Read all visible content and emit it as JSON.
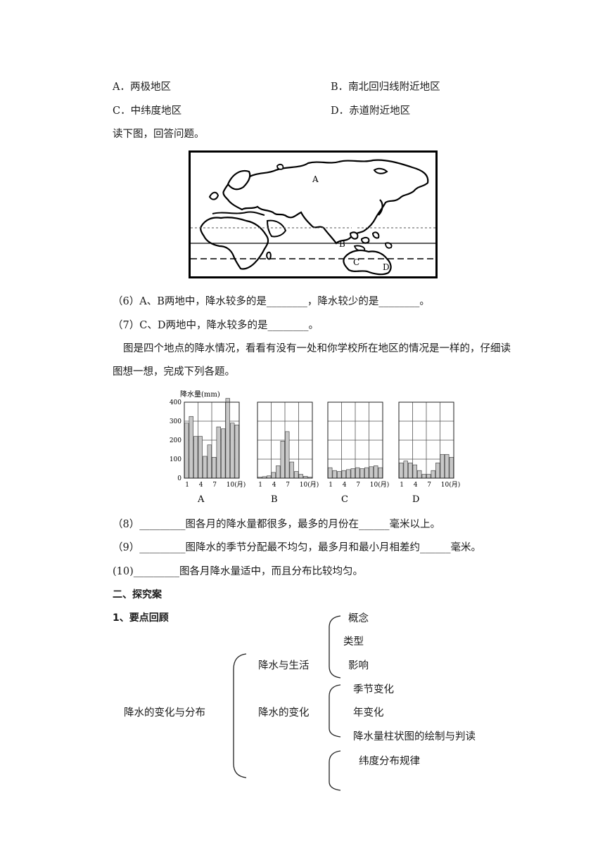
{
  "options": {
    "a": "A．两极地区",
    "b": "B．南北回归线附近地区",
    "c": "C．中纬度地区",
    "d": "D．赤道附近地区"
  },
  "read_map": "读下图，回答问题。",
  "map_labels": {
    "a": "A",
    "b": "B",
    "c": "C",
    "d": "D"
  },
  "q6": "（6）A、B两地中，降水较多的是________，降水较少的是________。",
  "q7": "（7）C、D两地中，降水较多的是________。",
  "intro": {
    "line1": "图是四个地点的降水情况，看看有没有一处和你学校所在地区的情况是一样的，仔细读",
    "line2": "图想一想，完成下列各题。"
  },
  "chart_data": {
    "type": "bar",
    "y_title": "降水量(mm)",
    "y_ticks": [
      "400",
      "300",
      "200",
      "100",
      "0"
    ],
    "x_ticks": [
      "1",
      "4",
      "7",
      "10(月)"
    ],
    "ylim": [
      0,
      400
    ],
    "panels": [
      {
        "name": "A",
        "values": [
          290,
          325,
          220,
          220,
          115,
          175,
          110,
          270,
          260,
          420,
          290,
          280
        ]
      },
      {
        "name": "B",
        "values": [
          5,
          8,
          12,
          30,
          65,
          195,
          245,
          85,
          35,
          20,
          10,
          5
        ]
      },
      {
        "name": "C",
        "values": [
          55,
          40,
          35,
          40,
          45,
          50,
          55,
          50,
          55,
          60,
          65,
          55
        ]
      },
      {
        "name": "D",
        "values": [
          80,
          90,
          80,
          70,
          40,
          20,
          20,
          40,
          80,
          125,
          125,
          110
        ]
      }
    ]
  },
  "q8": "（8）_________图各月的降水量都很多，最多的月份在______毫米以上。",
  "q9": "（9）_________图降水的季节分配最不均匀，最多月和最小月相差约______毫米。",
  "q10": "(10)_________图各月降水量适中，而且分布比较均匀。",
  "section2": "二、探究案",
  "review": {
    "heading": "1、要点回顾",
    "root": "降水的变化与分布",
    "branch1": "降水与生活",
    "branch2": "降水的变化",
    "leaf1": "概念",
    "leaf2": "类型",
    "leaf3": "影响",
    "leaf4": "季节变化",
    "leaf5": "年变化",
    "leaf6": "降水量柱状图的绘制与判读",
    "leaf7": "纬度分布规律"
  }
}
